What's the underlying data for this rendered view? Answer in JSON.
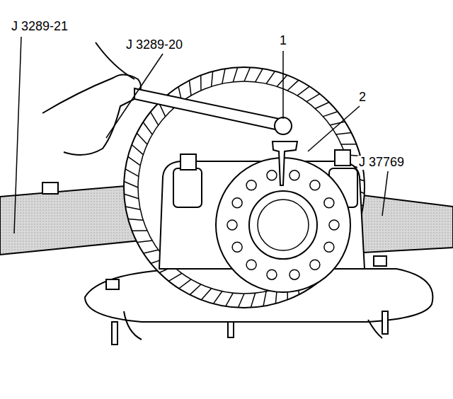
{
  "diagram": {
    "labels": [
      "J 3289-21",
      "J 3289-20",
      "1",
      "2",
      "J 37769"
    ]
  }
}
